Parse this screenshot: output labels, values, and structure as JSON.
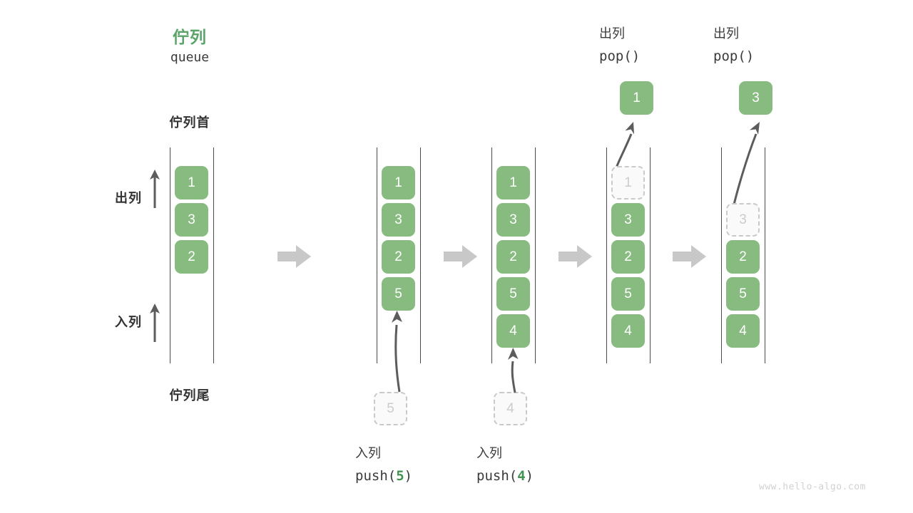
{
  "diagram": {
    "title_cn": "佇列",
    "title_code": "queue",
    "head_label": "佇列首",
    "tail_label": "佇列尾",
    "dequeue_label": "出列",
    "enqueue_label": "入列",
    "watermark": "www.hello-algo.com",
    "colors": {
      "cell_fill": "#87bb80",
      "cell_text": "#ffffff",
      "ghost_fill": "#fafafa",
      "ghost_border": "#c9c9c9",
      "ghost_text": "#cccccc",
      "rail": "#4a4a4a",
      "arrow_gray": "#c8c8c8",
      "curve_arrow": "#5c5c5c",
      "accent_green": "#5aa469",
      "arg_green": "#43924f",
      "text": "#3b3b3b",
      "watermark": "#d2d2d2"
    }
  },
  "columns": [
    {
      "id": "initial",
      "top_label_cn": "",
      "top_label_code": "",
      "cells": [
        {
          "value": "1",
          "state": "filled"
        },
        {
          "value": "3",
          "state": "filled"
        },
        {
          "value": "2",
          "state": "filled"
        }
      ],
      "bottom_label_cn": "",
      "bottom_label_code": "",
      "bottom_ghost": ""
    },
    {
      "id": "push-5",
      "top_label_cn": "",
      "top_label_code": "",
      "cells": [
        {
          "value": "1",
          "state": "filled"
        },
        {
          "value": "3",
          "state": "filled"
        },
        {
          "value": "2",
          "state": "filled"
        },
        {
          "value": "5",
          "state": "filled"
        }
      ],
      "bottom_label_cn": "入列",
      "bottom_label_code_prefix": "push(",
      "bottom_label_arg": "5",
      "bottom_label_code_suffix": ")",
      "bottom_ghost": "5"
    },
    {
      "id": "push-4",
      "top_label_cn": "",
      "top_label_code": "",
      "cells": [
        {
          "value": "1",
          "state": "filled"
        },
        {
          "value": "3",
          "state": "filled"
        },
        {
          "value": "2",
          "state": "filled"
        },
        {
          "value": "5",
          "state": "filled"
        },
        {
          "value": "4",
          "state": "filled"
        }
      ],
      "bottom_label_cn": "入列",
      "bottom_label_code_prefix": "push(",
      "bottom_label_arg": "4",
      "bottom_label_code_suffix": ")",
      "bottom_ghost": "4"
    },
    {
      "id": "pop-1",
      "top_label_cn": "出列",
      "top_label_code": "pop()",
      "popped_value": "1",
      "cells": [
        {
          "value": "1",
          "state": "ghost"
        },
        {
          "value": "3",
          "state": "filled"
        },
        {
          "value": "2",
          "state": "filled"
        },
        {
          "value": "5",
          "state": "filled"
        },
        {
          "value": "4",
          "state": "filled"
        }
      ]
    },
    {
      "id": "pop-3",
      "top_label_cn": "出列",
      "top_label_code": "pop()",
      "popped_value": "3",
      "cells": [
        {
          "value": "",
          "state": "empty"
        },
        {
          "value": "3",
          "state": "ghost"
        },
        {
          "value": "2",
          "state": "filled"
        },
        {
          "value": "5",
          "state": "filled"
        },
        {
          "value": "4",
          "state": "filled"
        }
      ]
    }
  ]
}
